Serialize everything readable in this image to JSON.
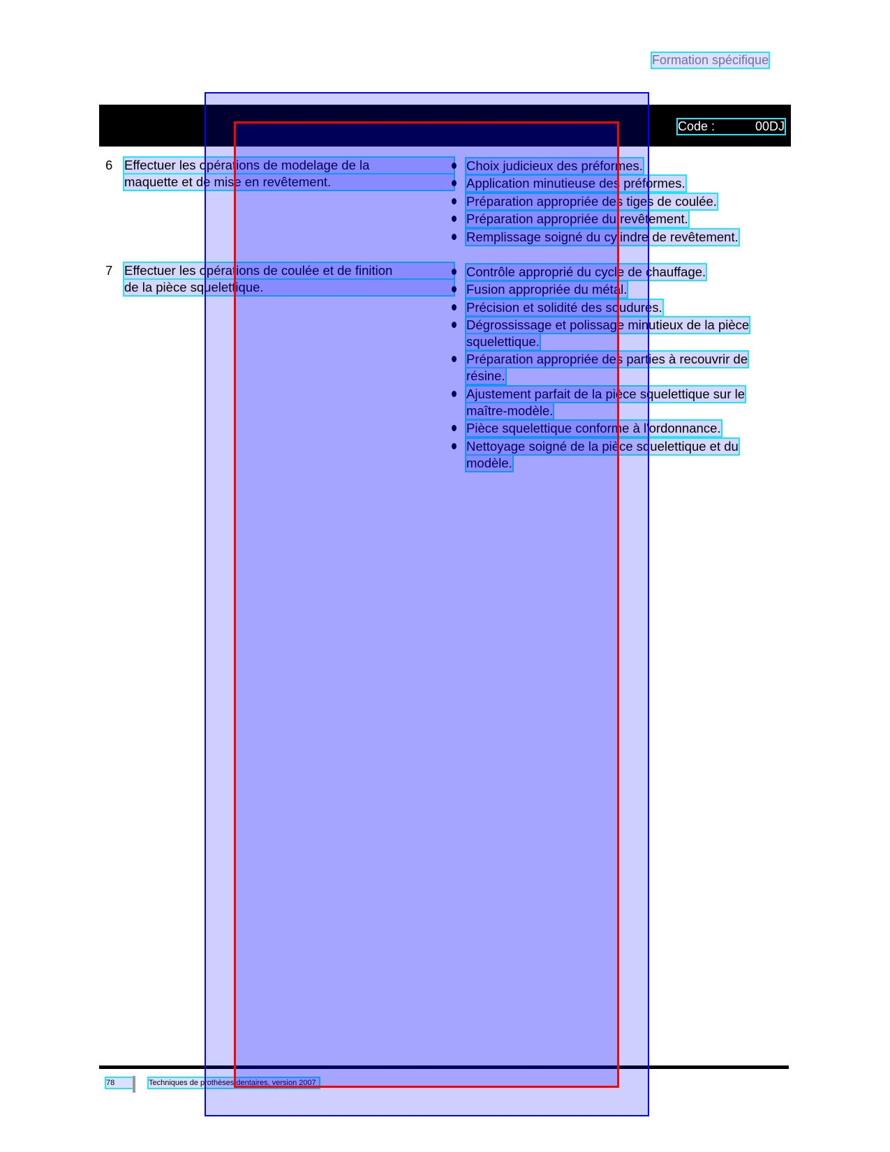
{
  "header": {
    "running_title": "Formation spécifique",
    "code_label": "Code :",
    "code_value": "00DJ"
  },
  "sections": [
    {
      "number": "6",
      "title_lines": [
        "Effectuer les opérations de modelage de la",
        "maquette et de mise en revêtement."
      ],
      "criteria": [
        [
          "Choix judicieux des préformes."
        ],
        [
          "Application minutieuse des préformes."
        ],
        [
          "Préparation appropriée des tiges de coulée."
        ],
        [
          "Préparation appropriée du revêtement."
        ],
        [
          "Remplissage soigné du cylindre de revêtement."
        ]
      ]
    },
    {
      "number": "7",
      "title_lines": [
        "Effectuer les opérations de coulée et de finition",
        "de la pièce squelettique."
      ],
      "criteria": [
        [
          "Contrôle approprié du cycle de chauffage."
        ],
        [
          "Fusion appropriée du métal."
        ],
        [
          "Précision et solidité des soudures."
        ],
        [
          "Dégrossissage et polissage minutieux de la pièce",
          "squelettique."
        ],
        [
          "Préparation appropriée des parties à recouvrir de",
          "résine."
        ],
        [
          "Ajustement parfait de la pièce squelettique sur le",
          "maître-modèle."
        ],
        [
          "Pièce squelettique conforme à l'ordonnance."
        ],
        [
          "Nettoyage soigné de la pièce squelettique et du",
          "modèle."
        ]
      ]
    }
  ],
  "footer": {
    "page_number": "78",
    "document_title": "Techniques de prothèses dentaires, version 2007"
  }
}
